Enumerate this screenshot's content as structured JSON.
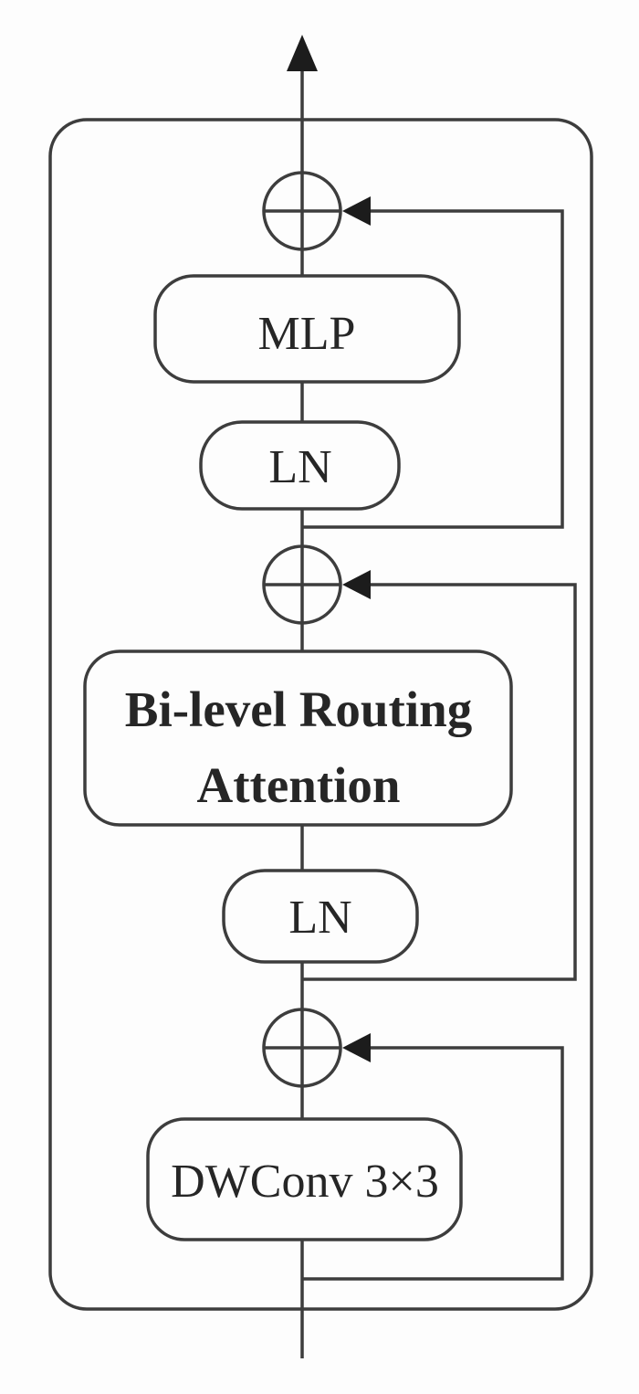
{
  "diagram": {
    "kind": "transformer-block-flow-diagram",
    "nodes": {
      "mlp": {
        "label": "MLP"
      },
      "ln_top": {
        "label": "LN"
      },
      "attention": {
        "line1": "Bi-level Routing",
        "line2": "Attention"
      },
      "ln_bottom": {
        "label": "LN"
      },
      "dwconv": {
        "label": "DWConv 3×3"
      }
    },
    "operators": {
      "top": "add-operator",
      "middle": "add-operator",
      "bottom": "add-operator"
    },
    "icons": {
      "add_operator": "plus-in-circle",
      "output_arrow": "arrow-up",
      "residual_arrow": "arrow-left"
    },
    "colors": {
      "stroke": "#3d3d3d",
      "arrow_fill": "#1c1c1c",
      "background": "#fdfdfd",
      "text": "#262626"
    }
  }
}
